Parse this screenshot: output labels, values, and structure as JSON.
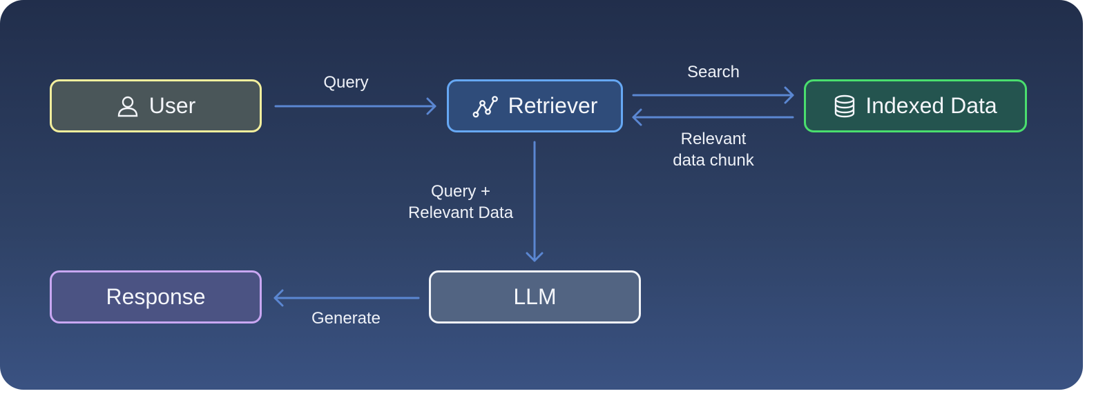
{
  "nodes": {
    "user": {
      "label": "User",
      "icon": "user-icon",
      "border_color": "#f3ef9d"
    },
    "retriever": {
      "label": "Retriever",
      "icon": "graph-nodes-icon",
      "border_color": "#66a8f4"
    },
    "indexed_data": {
      "label": "Indexed Data",
      "icon": "database-icon",
      "border_color": "#4ade6e"
    },
    "llm": {
      "label": "LLM",
      "border_color": "#f2f4f8"
    },
    "response": {
      "label": "Response",
      "border_color": "#c9a7f2"
    }
  },
  "edges": {
    "query": {
      "label": "Query",
      "from": "User",
      "to": "Retriever"
    },
    "search": {
      "label": "Search",
      "from": "Retriever",
      "to": "Indexed Data"
    },
    "relevant_chunk": {
      "label_line1": "Relevant",
      "label_line2": "data chunk",
      "from": "Indexed Data",
      "to": "Retriever"
    },
    "query_relevant": {
      "label_line1": "Query +",
      "label_line2": "Relevant Data",
      "from": "Retriever",
      "to": "LLM"
    },
    "generate": {
      "label": "Generate",
      "from": "LLM",
      "to": "Response"
    }
  },
  "colors": {
    "arrow": "#5b87d2",
    "background_top": "#212e4b",
    "background_bottom": "#3a5282"
  }
}
